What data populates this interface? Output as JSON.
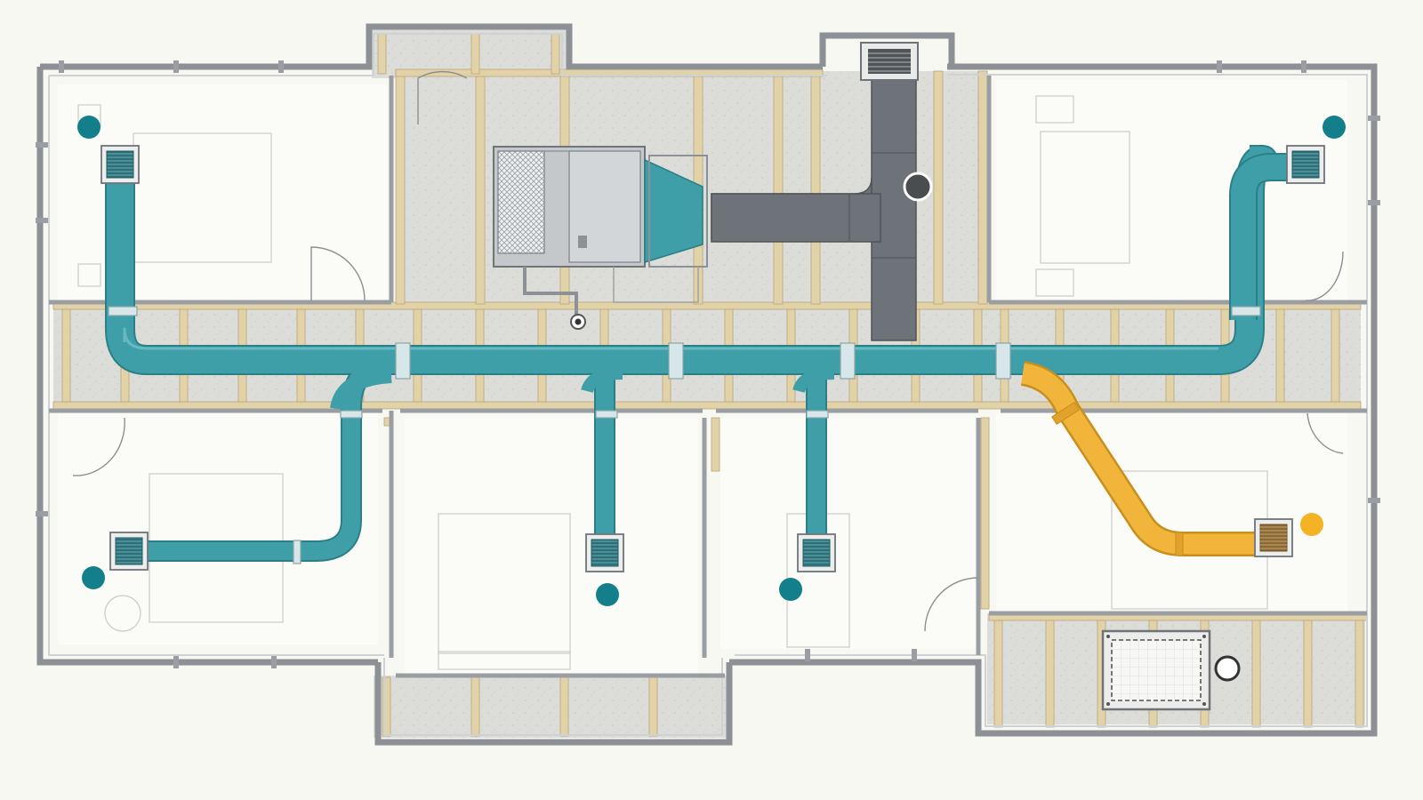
{
  "diagram": {
    "kind": "HVAC duct layout floor plan",
    "rooms": [
      {
        "id": "bedroom-nw",
        "marker_color": "teal",
        "register": "floor-register"
      },
      {
        "id": "bedroom-ne",
        "marker_color": "teal",
        "register": "floor-register"
      },
      {
        "id": "bedroom-sw",
        "marker_color": "teal",
        "register": "floor-register"
      },
      {
        "id": "room-s-left",
        "marker_color": "teal",
        "register": "floor-register"
      },
      {
        "id": "room-s-center",
        "marker_color": "teal",
        "register": "floor-register"
      },
      {
        "id": "bedroom-se",
        "marker_color": "amber",
        "register": "floor-register"
      }
    ],
    "equipment": [
      {
        "id": "air-handler",
        "icon": "air-handler-unit"
      },
      {
        "id": "return-air-grille",
        "icon": "return-grille"
      },
      {
        "id": "access-panel",
        "icon": "access-panel"
      }
    ],
    "markers": [
      {
        "id": "marker-return-trunk",
        "color": "gray"
      },
      {
        "id": "marker-access-panel",
        "color": "white"
      }
    ]
  },
  "colors": {
    "supply_duct": "#3f9fa8",
    "supply_duct_dark": "#2c7f87",
    "return_duct": "#6d7379",
    "highlight_duct": "#f0b53a",
    "highlight_duct_dark": "#c98f1c",
    "marker_teal": "#137f8a",
    "marker_amber": "#f4b324",
    "marker_gray": "#4a4d50",
    "wall": "#8d9196",
    "wall_inner": "#c7cacd",
    "stud": "#e2d2a8",
    "stud_edge": "#b9a47a",
    "concrete": "#dcdcd8",
    "floor": "#fbfbf7",
    "furniture": "#c9cbc7"
  }
}
